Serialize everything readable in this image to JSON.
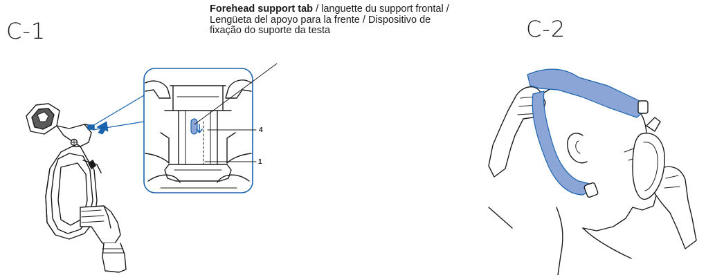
{
  "figures": {
    "c1": {
      "label": "C-1"
    },
    "c2": {
      "label": "C-2"
    }
  },
  "callout": {
    "title": "Forehead support tab",
    "text": " / languette du support frontal / Lengüeta del apoyo para la frente / Dispositivo de fixação do suporte da testa"
  },
  "detail_numbers": {
    "four": "4",
    "one": "1"
  },
  "colors": {
    "accent_blue": "#1a63ae",
    "strap_blue": "#8aa5d6",
    "line": "#1a1a1a"
  }
}
